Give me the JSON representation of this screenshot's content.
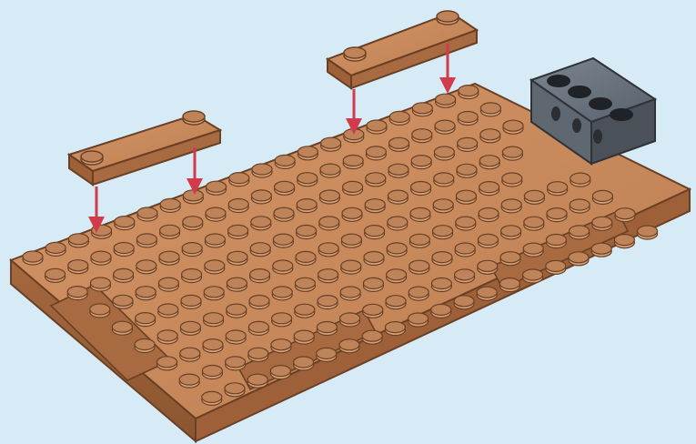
{
  "scene": {
    "background_color": "#d7ebf7",
    "parts": [
      {
        "name": "brown-baseplate",
        "color": "#b87a4f",
        "quantity": 1
      },
      {
        "name": "brown-plate-1x4",
        "color": "#b87a4f",
        "quantity": 2
      },
      {
        "name": "dark-gray-technic-brick-1x4",
        "color": "#5d6570",
        "quantity": 1
      }
    ],
    "instruction_arrows": {
      "color": "#d13b4b",
      "count": 4
    }
  }
}
